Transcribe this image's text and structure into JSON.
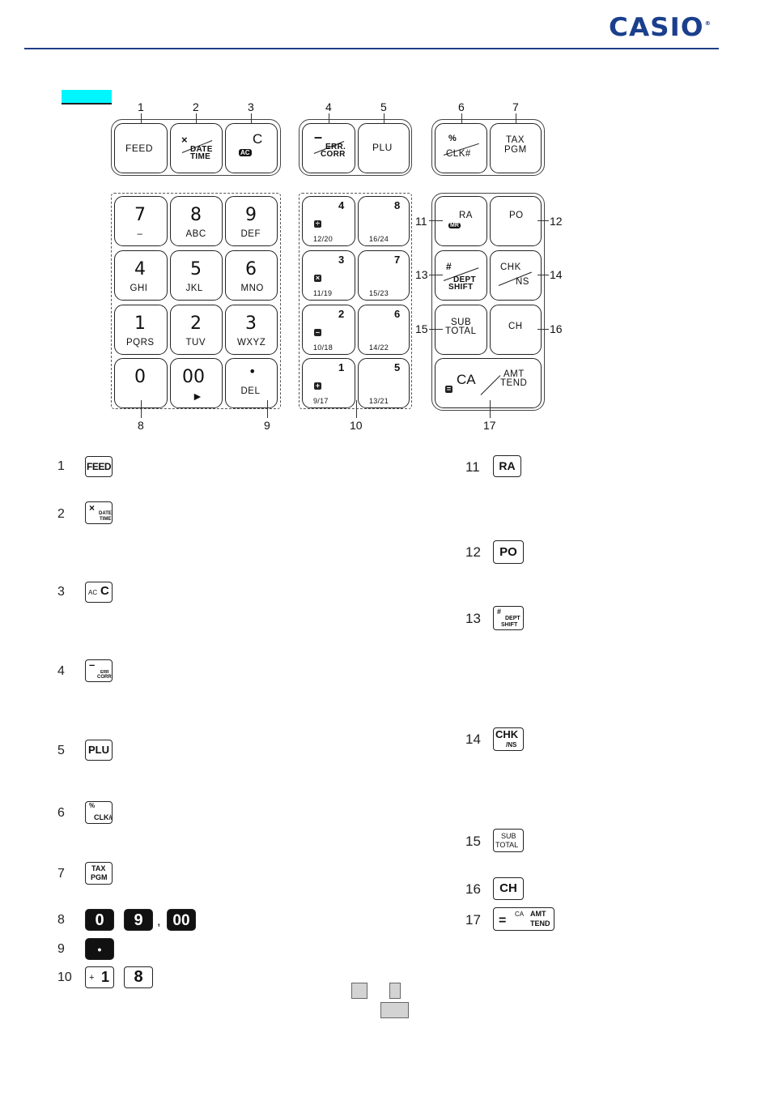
{
  "header": {
    "brand": "CASIO",
    "registered": "®"
  },
  "keyboard": {
    "top_keys": [
      {
        "id": 1,
        "label": "FEED"
      },
      {
        "id": 2,
        "top": "×",
        "bottom_line1": "DATE",
        "bottom_line2": "TIME"
      },
      {
        "id": 3,
        "top": "C",
        "bottom": "AC"
      },
      {
        "id": 4,
        "top": "–",
        "bottom_line1": "ERR.",
        "bottom_line2": "CORR"
      },
      {
        "id": 5,
        "label": "PLU"
      },
      {
        "id": 6,
        "top": "%",
        "bottom": "CLK#"
      },
      {
        "id": 7,
        "line1": "TAX",
        "line2": "PGM"
      }
    ],
    "numpad": [
      {
        "digit": "7",
        "sub": "–"
      },
      {
        "digit": "8",
        "sub": "ABC"
      },
      {
        "digit": "9",
        "sub": "DEF"
      },
      {
        "digit": "4",
        "sub": "GHI"
      },
      {
        "digit": "5",
        "sub": "JKL"
      },
      {
        "digit": "6",
        "sub": "MNO"
      },
      {
        "digit": "1",
        "sub": "PQRS"
      },
      {
        "digit": "2",
        "sub": "TUV"
      },
      {
        "digit": "3",
        "sub": "WXYZ"
      },
      {
        "digit": "0",
        "sub": ""
      },
      {
        "digit": "00",
        "sub": "►"
      },
      {
        "digit": "•",
        "sub": "DEL"
      }
    ],
    "dept_keys": [
      {
        "num": "4",
        "icon": "÷",
        "sub": "12/20"
      },
      {
        "num": "8",
        "icon": "",
        "sub": "16/24"
      },
      {
        "num": "3",
        "icon": "×",
        "sub": "11/19"
      },
      {
        "num": "7",
        "icon": "",
        "sub": "15/23"
      },
      {
        "num": "2",
        "icon": "–",
        "sub": "10/18"
      },
      {
        "num": "6",
        "icon": "",
        "sub": "14/22"
      },
      {
        "num": "1",
        "icon": "+",
        "sub": "9/17"
      },
      {
        "num": "5",
        "icon": "",
        "sub": "13/21"
      }
    ],
    "func_keys": {
      "ra": {
        "label": "RA",
        "icon": "MR"
      },
      "po": {
        "label": "PO"
      },
      "dept_shift": {
        "top": "#",
        "line1": "DEPT",
        "line2": "SHIFT"
      },
      "chk_ns": {
        "top": "CHK",
        "bottom": "NS"
      },
      "subtotal": {
        "line1": "SUB",
        "line2": "TOTAL"
      },
      "ch": {
        "label": "CH"
      },
      "ca_amt": {
        "icon": "=",
        "left": "CA",
        "right_line1": "AMT",
        "right_line2": "TEND"
      }
    },
    "callouts": [
      "1",
      "2",
      "3",
      "4",
      "5",
      "6",
      "7",
      "8",
      "9",
      "10",
      "11",
      "12",
      "13",
      "14",
      "15",
      "16",
      "17"
    ]
  },
  "legend_left": [
    {
      "num": "1"
    },
    {
      "num": "2"
    },
    {
      "num": "3"
    },
    {
      "num": "4"
    },
    {
      "num": "5"
    },
    {
      "num": "6"
    },
    {
      "num": "7"
    },
    {
      "num": "8"
    },
    {
      "num": "9"
    },
    {
      "num": "10"
    }
  ],
  "legend_right": [
    {
      "num": "11"
    },
    {
      "num": "12"
    },
    {
      "num": "13"
    },
    {
      "num": "14"
    },
    {
      "num": "15"
    },
    {
      "num": "16"
    },
    {
      "num": "17"
    }
  ],
  "legend_icons": {
    "feed": "FEED",
    "date_x": "×",
    "date_label": "DATE",
    "time_label": "TIME",
    "ac": "AC",
    "c": "C",
    "minus": "–",
    "err": "ERR",
    "corr": "CORR",
    "plu": "PLU",
    "pct": "%",
    "clk": "CLK#",
    "tax": "TAX",
    "pgm": "PGM",
    "zero": "0",
    "nine": "9",
    "comma": ",",
    "dbl_zero": "00",
    "dot": "•",
    "plus_one_sign": "+",
    "plus_one_digit": "1",
    "eight": "8",
    "ra": "RA",
    "po": "PO",
    "hash": "#",
    "dept": "DEPT",
    "shift": "SHIFT",
    "chk": "CHK",
    "ns": "/NS",
    "sub": "SUB",
    "total": "TOTAL",
    "ch": "CH",
    "eq": "=",
    "ca": "CA",
    "amt": "AMT",
    "tend": "TEND"
  }
}
